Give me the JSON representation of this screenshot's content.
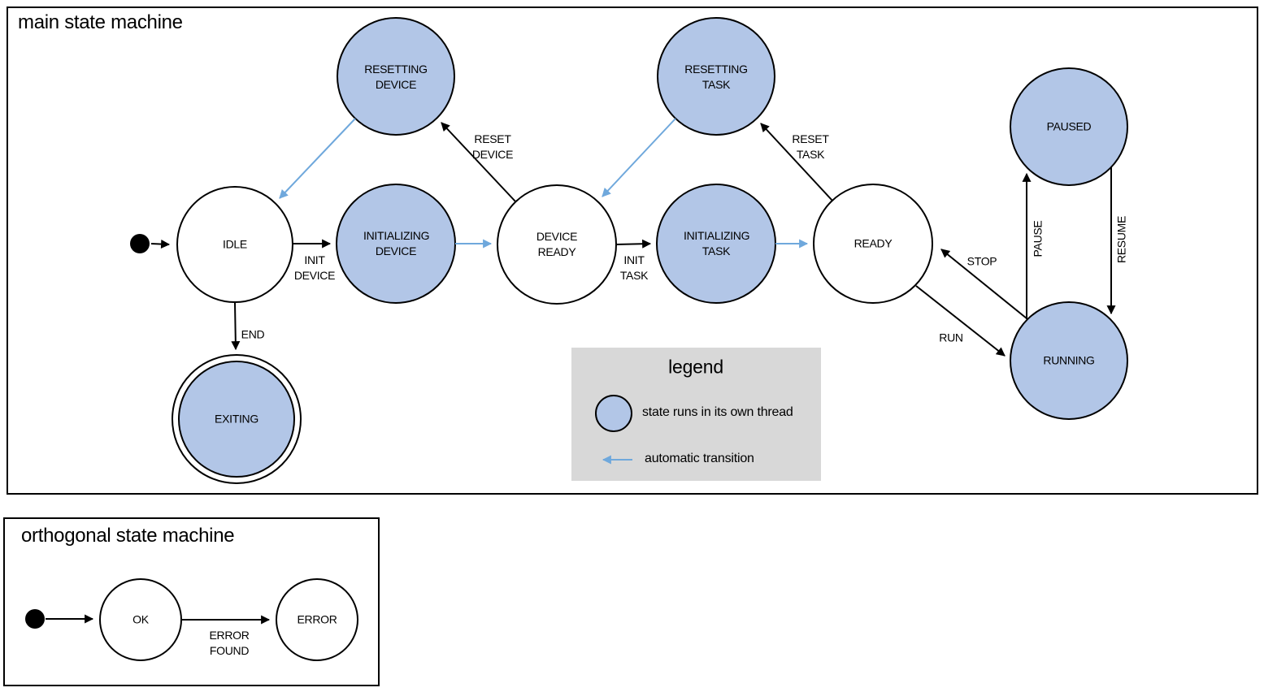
{
  "main": {
    "title": "main state machine",
    "states": {
      "idle": "IDLE",
      "initializing_device": "INITIALIZING DEVICE",
      "device_ready": "DEVICE READY",
      "resetting_device": "RESETTING DEVICE",
      "initializing_task": "INITIALIZING TASK",
      "resetting_task": "RESETTING TASK",
      "ready": "READY",
      "paused": "PAUSED",
      "running": "RUNNING",
      "exiting": "EXITING"
    },
    "transitions": {
      "init_device": "INIT DEVICE",
      "reset_device": "RESET DEVICE",
      "init_task": "INIT TASK",
      "reset_task": "RESET TASK",
      "end": "END",
      "stop": "STOP",
      "run": "RUN",
      "pause": "PAUSE",
      "resume": "RESUME"
    },
    "legend": {
      "title": "legend",
      "thread_label": "state runs in its own thread",
      "auto_label": "automatic transition"
    }
  },
  "orthogonal": {
    "title": "orthogonal state machine",
    "states": {
      "ok": "OK",
      "error": "ERROR"
    },
    "transitions": {
      "error_found": "ERROR FOUND"
    }
  },
  "colors": {
    "threaded_state_fill": "#b2c6e7",
    "automatic_transition_blue": "#6fa8dc",
    "legend_background": "#d8d8d8",
    "line_black": "#000000"
  }
}
